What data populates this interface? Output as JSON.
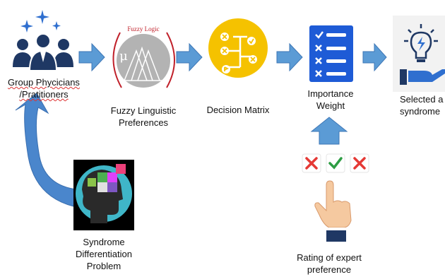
{
  "nodes": {
    "physicians": {
      "line1": "Group Phycicians",
      "line2": "/Pratitioners",
      "icon": "users-group-icon"
    },
    "fuzzy": {
      "badge": "Fuzzy Logic",
      "symbol": "μ",
      "line1": "Fuzzy Linguistic",
      "line2": "Preferences",
      "icon": "fuzzy-membership-icon"
    },
    "decision": {
      "label": "Decision Matrix",
      "icon": "decision-tree-icon"
    },
    "importance": {
      "line1": "Importance",
      "line2": "Weight",
      "icon": "checklist-icon"
    },
    "selected": {
      "line1": "Selected a",
      "line2": "syndrome",
      "icon": "lightbulb-hand-icon"
    },
    "syndrome": {
      "line1": "Syndrome",
      "line2": "Differentiation",
      "line3": "Problem",
      "icon": "head-puzzle-icon"
    },
    "rating": {
      "line1": "Rating of expert",
      "line2": "preference",
      "icon": "rating-hand-icon"
    }
  },
  "colors": {
    "arrow": "#5b9bd5",
    "arrow_stroke": "#3e77b6",
    "icon_navy": "#1f3864",
    "icon_blue": "#2f6fcf",
    "matrix_yellow": "#f5c200",
    "checklist_blue": "#1e5bd6",
    "mark_red": "#e53935",
    "mark_green": "#2e9d44"
  }
}
